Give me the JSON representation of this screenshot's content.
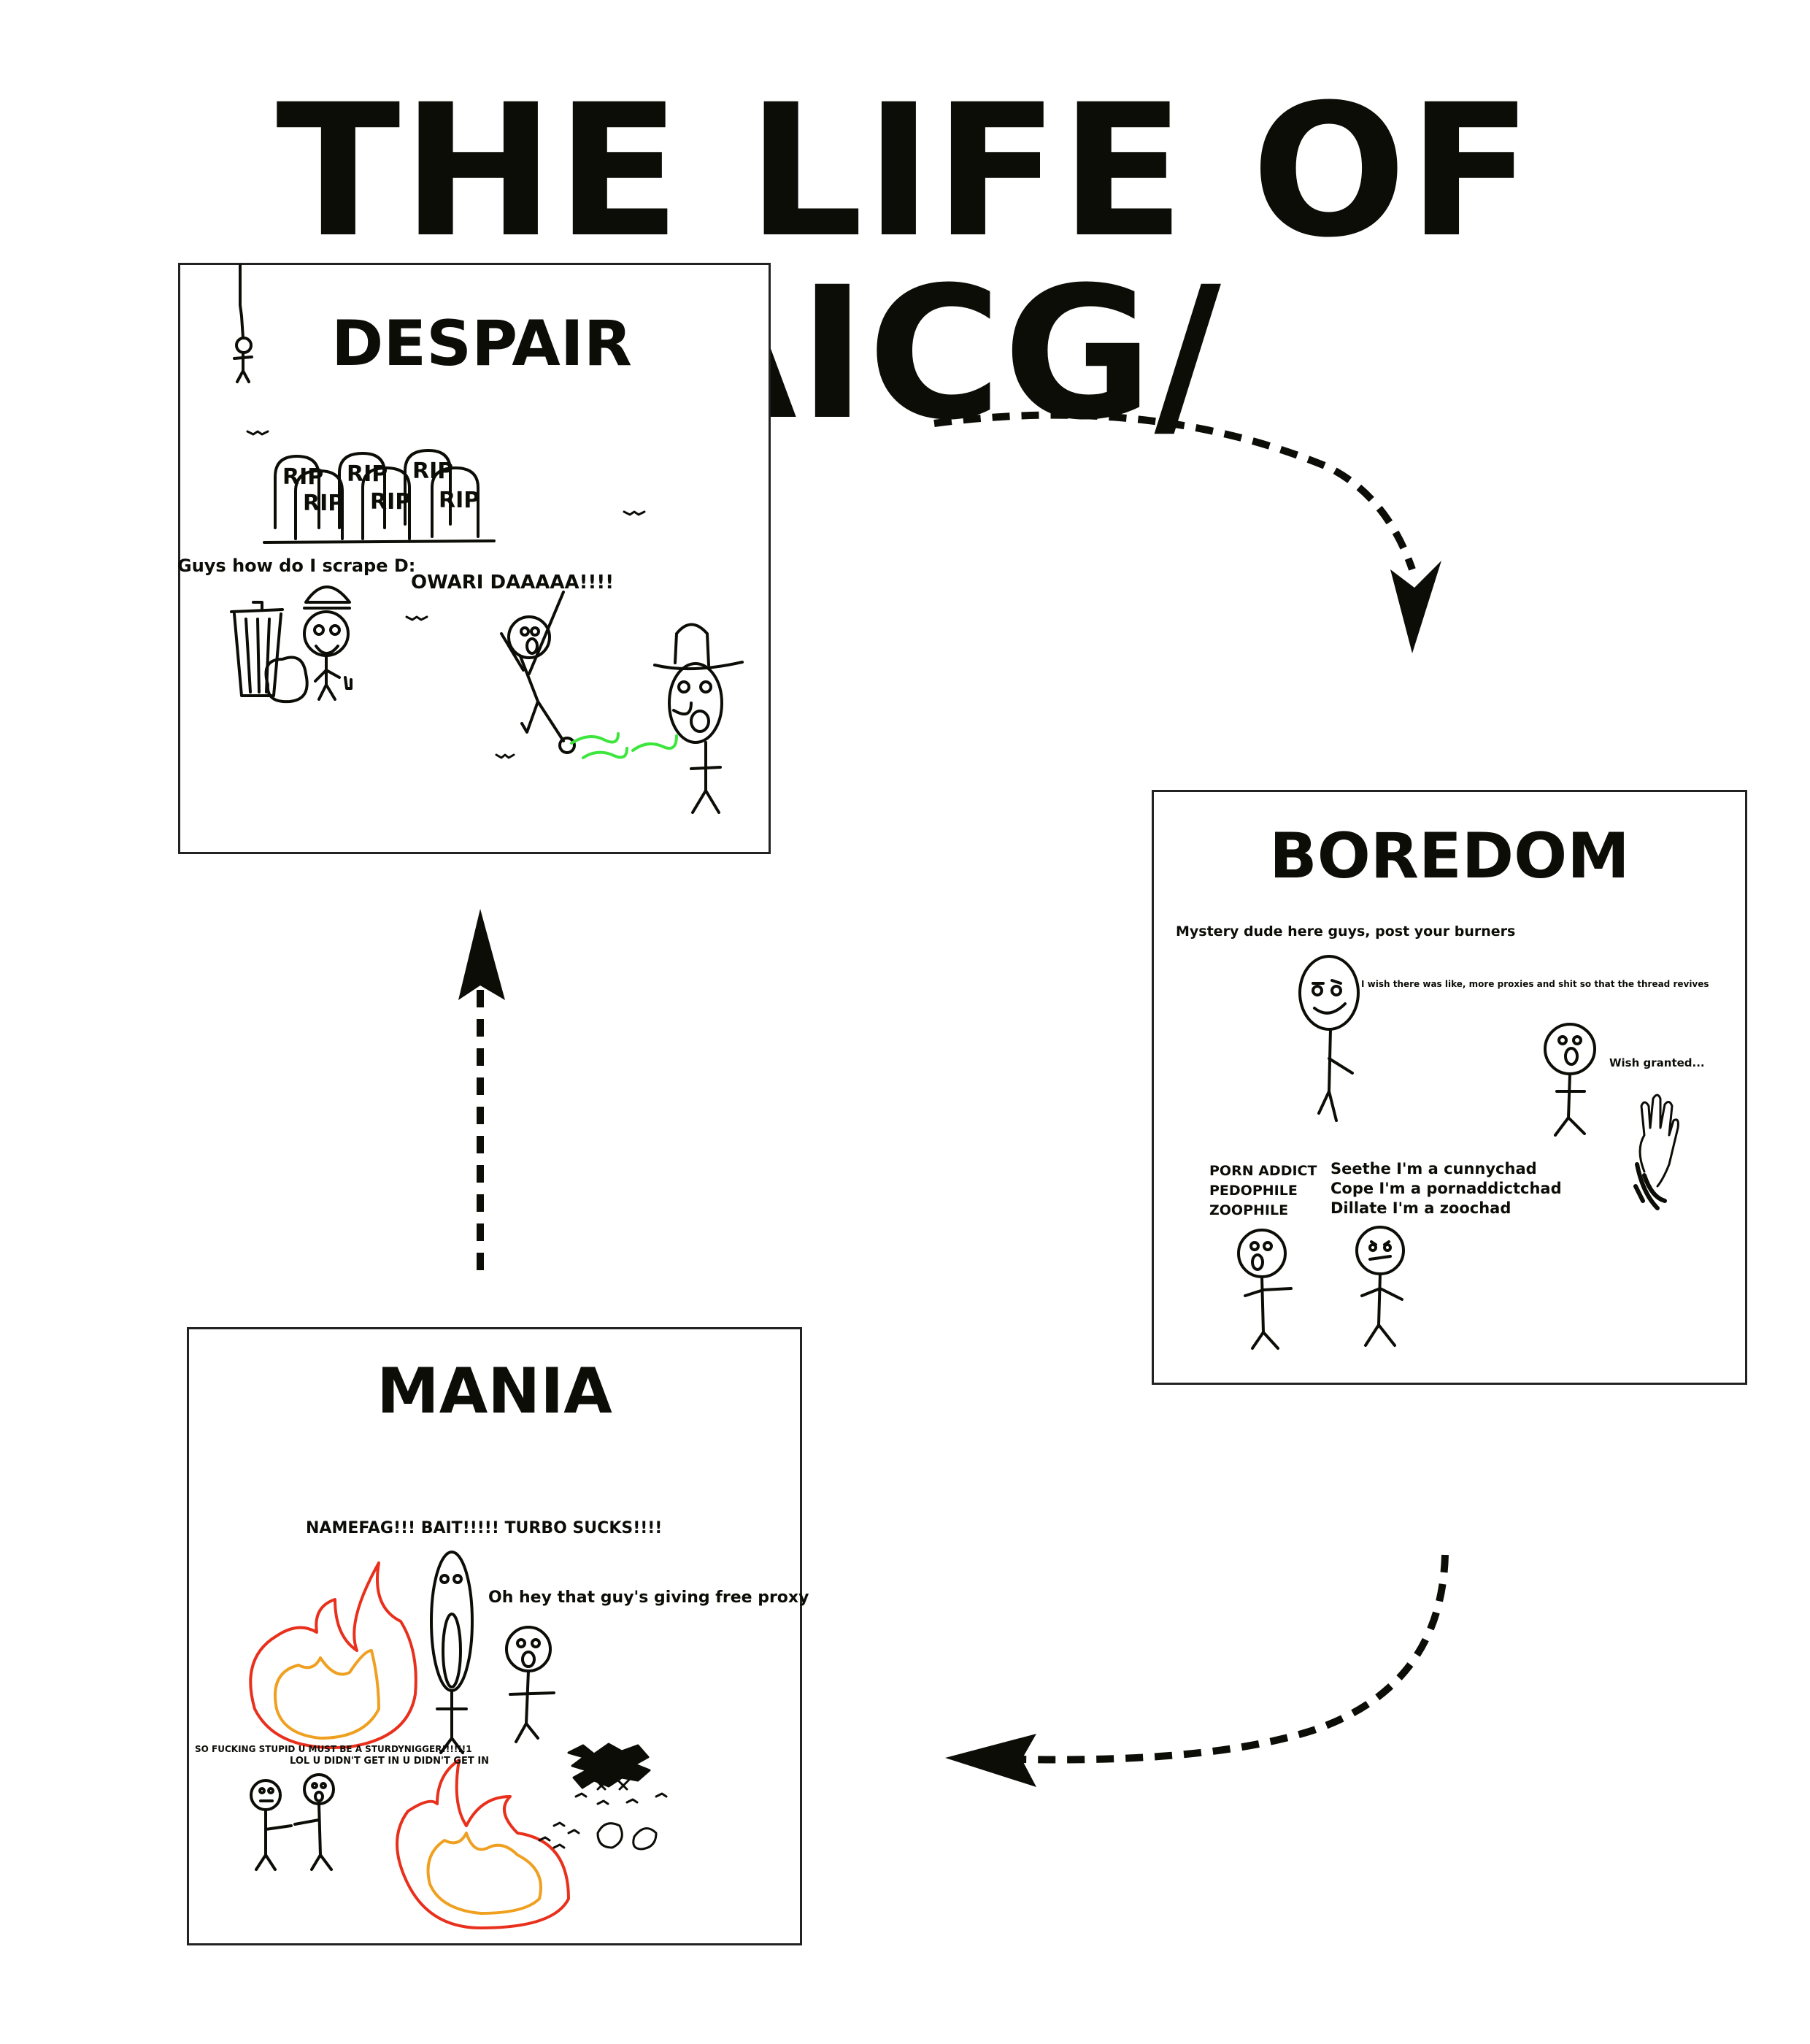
{
  "title": "THE LIFE OF /AICG/",
  "panels": {
    "despair": {
      "title": "DESPAIR",
      "tombstone_label": "RIP",
      "captions": {
        "scrape": "Guys how do I scrape D:",
        "owari": "OWARI DAAAAA!!!!"
      }
    },
    "boredom": {
      "title": "BOREDOM",
      "captions": {
        "mystery": "Mystery dude here guys, post your burners",
        "wish": "I wish there was like, more proxies and shit so that the thread revives",
        "granted": "Wish granted...",
        "labels": [
          "PORN ADDICT",
          "PEDOPHILE",
          "ZOOPHILE"
        ],
        "replies": [
          "Seethe I'm a cunnychad",
          "Cope I'm a pornaddictchad",
          "Dillate I'm a zoochad"
        ]
      }
    },
    "mania": {
      "title": "MANIA",
      "captions": {
        "namefag": "NAMEFAG!!! BAIT!!!!! TURBO SUCKS!!!!",
        "proxy": "Oh hey that guy's giving free proxy",
        "stupid": "SO FUCKING STUPID U MUST BE A STURDYNIGGER!!!!!!1",
        "lol": "LOL U DIDN'T GET IN U DIDN'T GET IN"
      }
    }
  },
  "colors": {
    "ink": "#0d0d08",
    "vomit": "#3de63d",
    "fire_outer": "#e8301c",
    "fire_inner": "#f0a020"
  }
}
